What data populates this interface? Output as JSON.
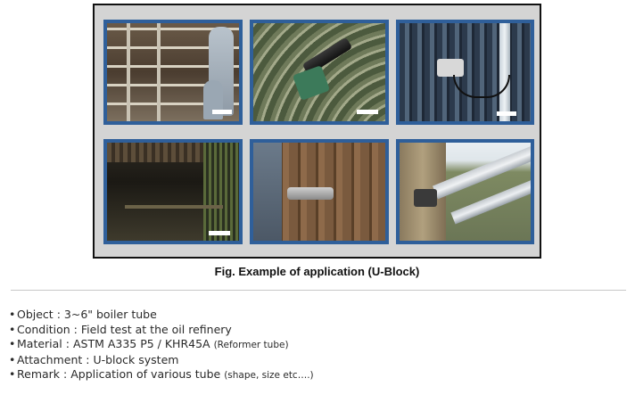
{
  "figure": {
    "caption": "Fig. Example of application (U-Block)",
    "photos": [
      {
        "name": "ladder-inspection-photo"
      },
      {
        "name": "curved-tube-probe-photo"
      },
      {
        "name": "tube-wall-device-photo"
      },
      {
        "name": "furnace-interior-photo"
      },
      {
        "name": "operator-probe-photo"
      },
      {
        "name": "outdoor-pipeline-photo"
      }
    ],
    "frame_color": "#111111",
    "photo_border_color": "#2f5f9a",
    "background_color": "#d4d4d4"
  },
  "specs": {
    "bullet": "•",
    "items": [
      {
        "label": "Object",
        "sep": " : ",
        "value": "3~6\" boiler tube",
        "note": ""
      },
      {
        "label": "Condition",
        "sep": " : ",
        "value": "Field test at the oil refinery",
        "note": ""
      },
      {
        "label": "Material",
        "sep": " : ",
        "value": "ASTM A335 P5 / KHR45A ",
        "note": "(Reformer tube)"
      },
      {
        "label": "Attachment",
        "sep": " : ",
        "value": "U-block system",
        "note": ""
      },
      {
        "label": "Remark",
        "sep": " : ",
        "value": "Application of various tube ",
        "note": "(shape, size etc….)"
      }
    ]
  }
}
